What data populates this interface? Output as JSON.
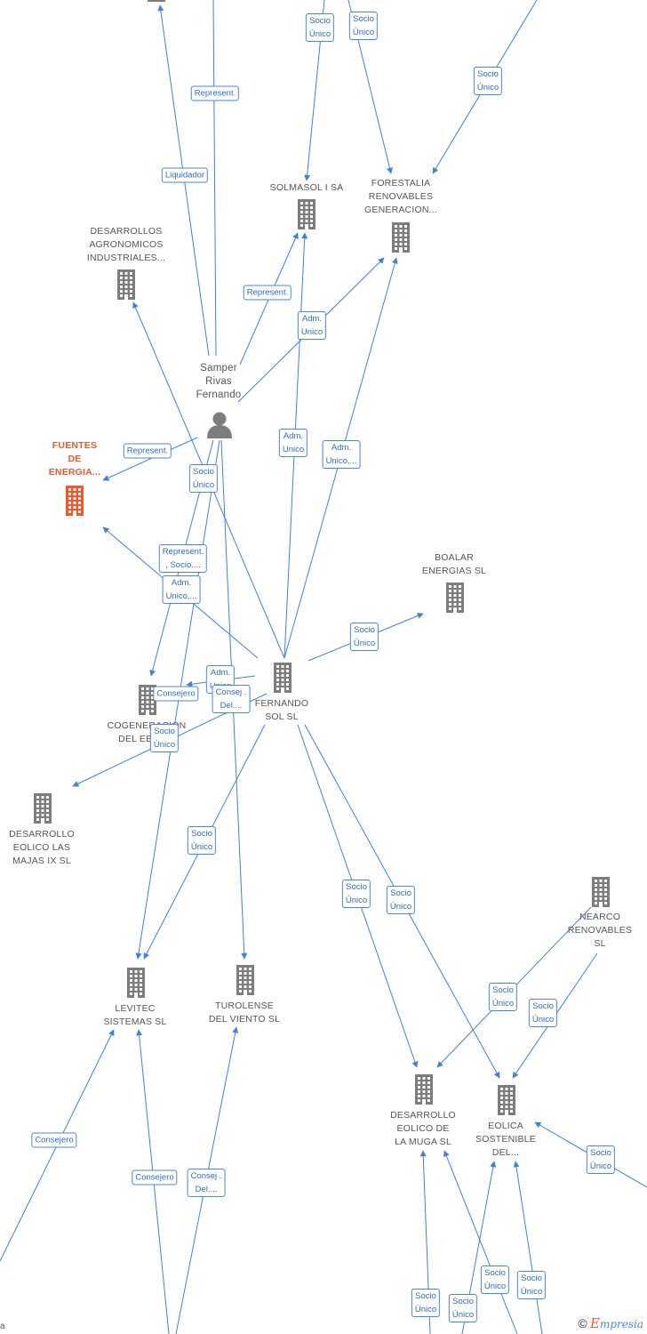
{
  "colors": {
    "edge": "#3f82d8",
    "node": "#7d7d7d",
    "focus": "#f0582b"
  },
  "nodes": {
    "fuentes": {
      "name": "FUENTES\nDE\nENERGIA...",
      "icon": "building-icon"
    },
    "samper": {
      "name": "Samper\nRivas\nFernando",
      "icon": "person-icon"
    },
    "fernando_sol": {
      "name": "FERNANDO\nSOL SL",
      "icon": "building-icon"
    },
    "solmasol": {
      "name": "SOLMASOL I SA",
      "icon": "building-icon"
    },
    "forestalia": {
      "name": "FORESTALIA\nRENOVABLES\nGENERACION...",
      "icon": "building-icon"
    },
    "desarrollos_agro": {
      "name": "DESARROLLOS\nAGRONOMICOS\nINDUSTRIALES...",
      "icon": "building-icon"
    },
    "boalar": {
      "name": "BOALAR\nENERGIAS  SL",
      "icon": "building-icon"
    },
    "cogeneracion": {
      "name": "COGENERACION\nDEL EBRO...",
      "icon": "building-icon"
    },
    "majas": {
      "name": "DESARROLLO\nEOLICO LAS\nMAJAS IX  SL",
      "icon": "building-icon"
    },
    "levitec": {
      "name": "LEVITEC\nSISTEMAS  SL",
      "icon": "building-icon"
    },
    "turolense": {
      "name": "TUROLENSE\nDEL VIENTO SL",
      "icon": "building-icon"
    },
    "nearco": {
      "name": "NEARCO\nRENOVABLES\nSL",
      "icon": "building-icon"
    },
    "muga": {
      "name": "DESARROLLO\nEOLICO DE\nLA MUGA SL",
      "icon": "building-icon"
    },
    "eolica": {
      "name": "EOLICA\nSOSTENIBLE\nDEL...",
      "icon": "building-icon"
    }
  },
  "edge_labels": [
    "Socio\nÚnico",
    "Socio\nÚnico",
    "Socio\nÚnico",
    "Represent.",
    "Liquidador",
    "Represent.",
    "Adm.\nUnico",
    "Adm.\nUnico",
    "Adm.\nUnico,...",
    "Represent.",
    "Socio\nÚnico",
    "Represent.\n, Socio....",
    "Adm.\nUnico,...",
    "Socio\nÚnico",
    "Adm.\nUnico",
    "Consejero",
    "Consej .\nDel....",
    "Socio\nÚnico",
    "Socio\nÚnico",
    "Socio\nÚnico",
    "Socio\nÚnico",
    "Socio\nÚnico",
    "Socio\nÚnico",
    "Socio\nÚnico",
    "Consejero",
    "Consejero",
    "Consej .\nDel....",
    "Socio\nÚnico",
    "Socio\nÚnico",
    "Socio\nÚnico",
    "Socio\nÚnico"
  ],
  "footer": {
    "copyright": "©",
    "brand_first": "E",
    "brand_rest": "mpresia",
    "stray_letter": "a"
  }
}
